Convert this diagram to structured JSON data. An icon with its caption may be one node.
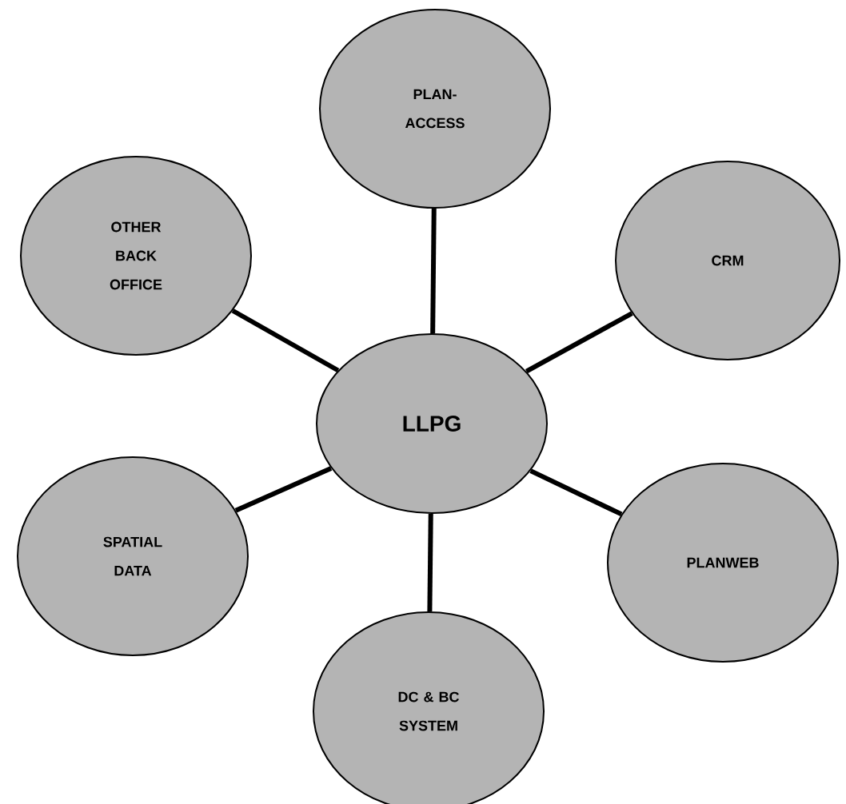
{
  "diagram": {
    "nodes": [
      {
        "text": [
          "PLAN-ACCESS"
        ]
      },
      {
        "text": [
          "OTHER BACK OFFICE"
        ]
      },
      {
        "text": [
          "CRM"
        ]
      },
      {
        "text": [
          "LLPG"
        ]
      },
      {
        "text": [
          "SPATIAL DATA"
        ]
      },
      {
        "text": [
          "PLANWEB"
        ]
      },
      {
        "text": [
          "DC & BC SYSTEM"
        ]
      }
    ],
    "edges": [
      {
        "from": 3,
        "to": 0,
        "arrow": "none"
      },
      {
        "from": 3,
        "to": 1,
        "arrow": "none"
      },
      {
        "from": 3,
        "to": 2,
        "arrow": "none"
      },
      {
        "from": 3,
        "to": 4,
        "arrow": "none"
      },
      {
        "from": 3,
        "to": 5,
        "arrow": "none"
      },
      {
        "from": 3,
        "to": 6,
        "arrow": "none"
      }
    ]
  }
}
